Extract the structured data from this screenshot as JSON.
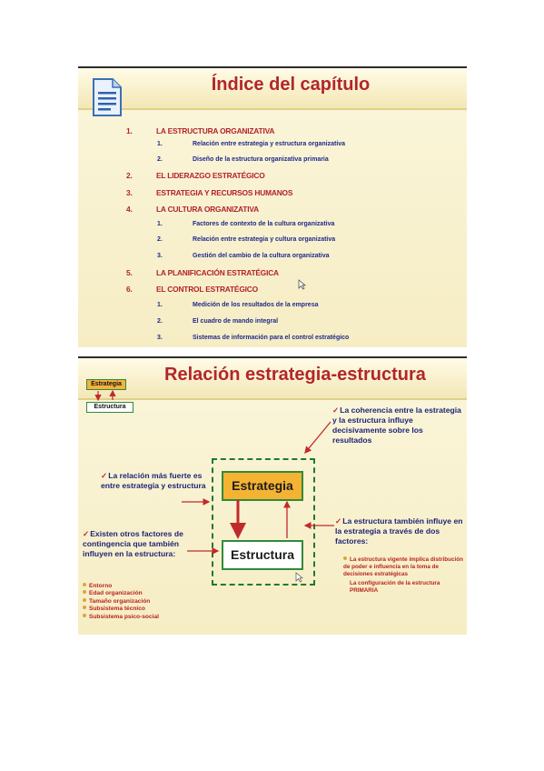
{
  "slide1": {
    "title": "Índice del capítulo",
    "icon": "document-icon",
    "items": [
      {
        "level": 1,
        "num": "1.",
        "text": "LA ESTRUCTURA ORGANIZATIVA"
      },
      {
        "level": 2,
        "num": "1.",
        "text": "Relación entre estrategia y estructura organizativa"
      },
      {
        "level": 2,
        "num": "2.",
        "text": "Diseño de la estructura organizativa primaria"
      },
      {
        "level": 1,
        "num": "2.",
        "text": "EL LIDERAZGO ESTRATÉGICO"
      },
      {
        "level": 1,
        "num": "3.",
        "text": "ESTRATEGIA Y RECURSOS HUMANOS"
      },
      {
        "level": 1,
        "num": "4.",
        "text": "LA CULTURA ORGANIZATIVA"
      },
      {
        "level": 2,
        "num": "1.",
        "text": "Factores de contexto de la cultura organizativa"
      },
      {
        "level": 2,
        "num": "2.",
        "text": "Relación entre estrategia y cultura organizativa"
      },
      {
        "level": 2,
        "num": "3.",
        "text": "Gestión del cambio de la cultura organizativa"
      },
      {
        "level": 1,
        "num": "5.",
        "text": "LA PLANIFICACIÓN ESTRATÉGICA"
      },
      {
        "level": 1,
        "num": "6.",
        "text": "EL CONTROL ESTRATÉGICO"
      },
      {
        "level": 2,
        "num": "1.",
        "text": "Medición de los resultados de la empresa"
      },
      {
        "level": 2,
        "num": "2.",
        "text": "El cuadro de mando integral"
      },
      {
        "level": 2,
        "num": "3.",
        "text": "Sistemas de información para el control estratégico"
      }
    ]
  },
  "slide2": {
    "title": "Relación estrategia-estructura",
    "mini_estrategia": "Estrategia",
    "mini_estructura": "Estructura",
    "box_estrategia": "Estrategia",
    "box_estructura": "Estructura",
    "check_mark": "✓",
    "callout_top": "La coherencia entre la estrategia y la estructura influye decisivamente sobre los resultados",
    "callout_left": "La relación más fuerte es entre estrategia y estructura",
    "callout_bottom": "Existen otros factores de contingencia que también influyen en la estructura:",
    "callout_right": "La estructura también influye en la estrategia a través de dos factores:",
    "factors": [
      "Entorno",
      "Edad organización",
      "Tamaño organización",
      "Subsistema técnico",
      "Subsistema psico-social"
    ],
    "right_points": [
      "La estructura vigente implica distribución de poder e influencia en la toma de decisiones estratégicas",
      "La configuración de la estructura PRIMARIA"
    ]
  },
  "colors": {
    "title_red": "#b2262a",
    "level1_red": "#b3222b",
    "level2_blue": "#1f2a8a",
    "estrategia_fill": "#f4b332",
    "border_green": "#2f8a3a"
  }
}
